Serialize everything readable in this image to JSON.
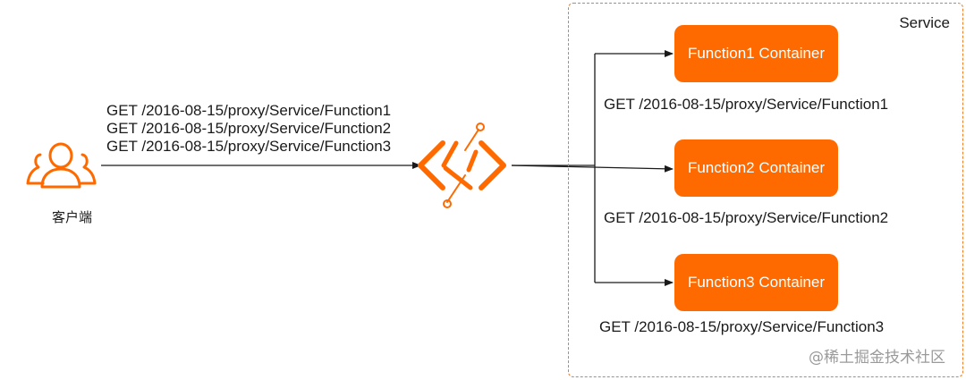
{
  "client": {
    "icon": "users-icon",
    "label": "客户端",
    "requests": [
      "GET /2016-08-15/proxy/Service/Function1",
      "GET /2016-08-15/proxy/Service/Function2",
      "GET /2016-08-15/proxy/Service/Function3"
    ]
  },
  "gateway": {
    "icon": "api-gateway-icon"
  },
  "service": {
    "label": "Service",
    "functions": [
      {
        "label": "Function1 Container",
        "request": "GET /2016-08-15/proxy/Service/Function1"
      },
      {
        "label": "Function2 Container",
        "request": "GET /2016-08-15/proxy/Service/Function2"
      },
      {
        "label": "Function3 Container",
        "request": "GET /2016-08-15/proxy/Service/Function3"
      }
    ]
  },
  "colors": {
    "accent": "#ff6a00",
    "border": "#f07a1e"
  },
  "watermark": "@稀土掘金技术社区"
}
